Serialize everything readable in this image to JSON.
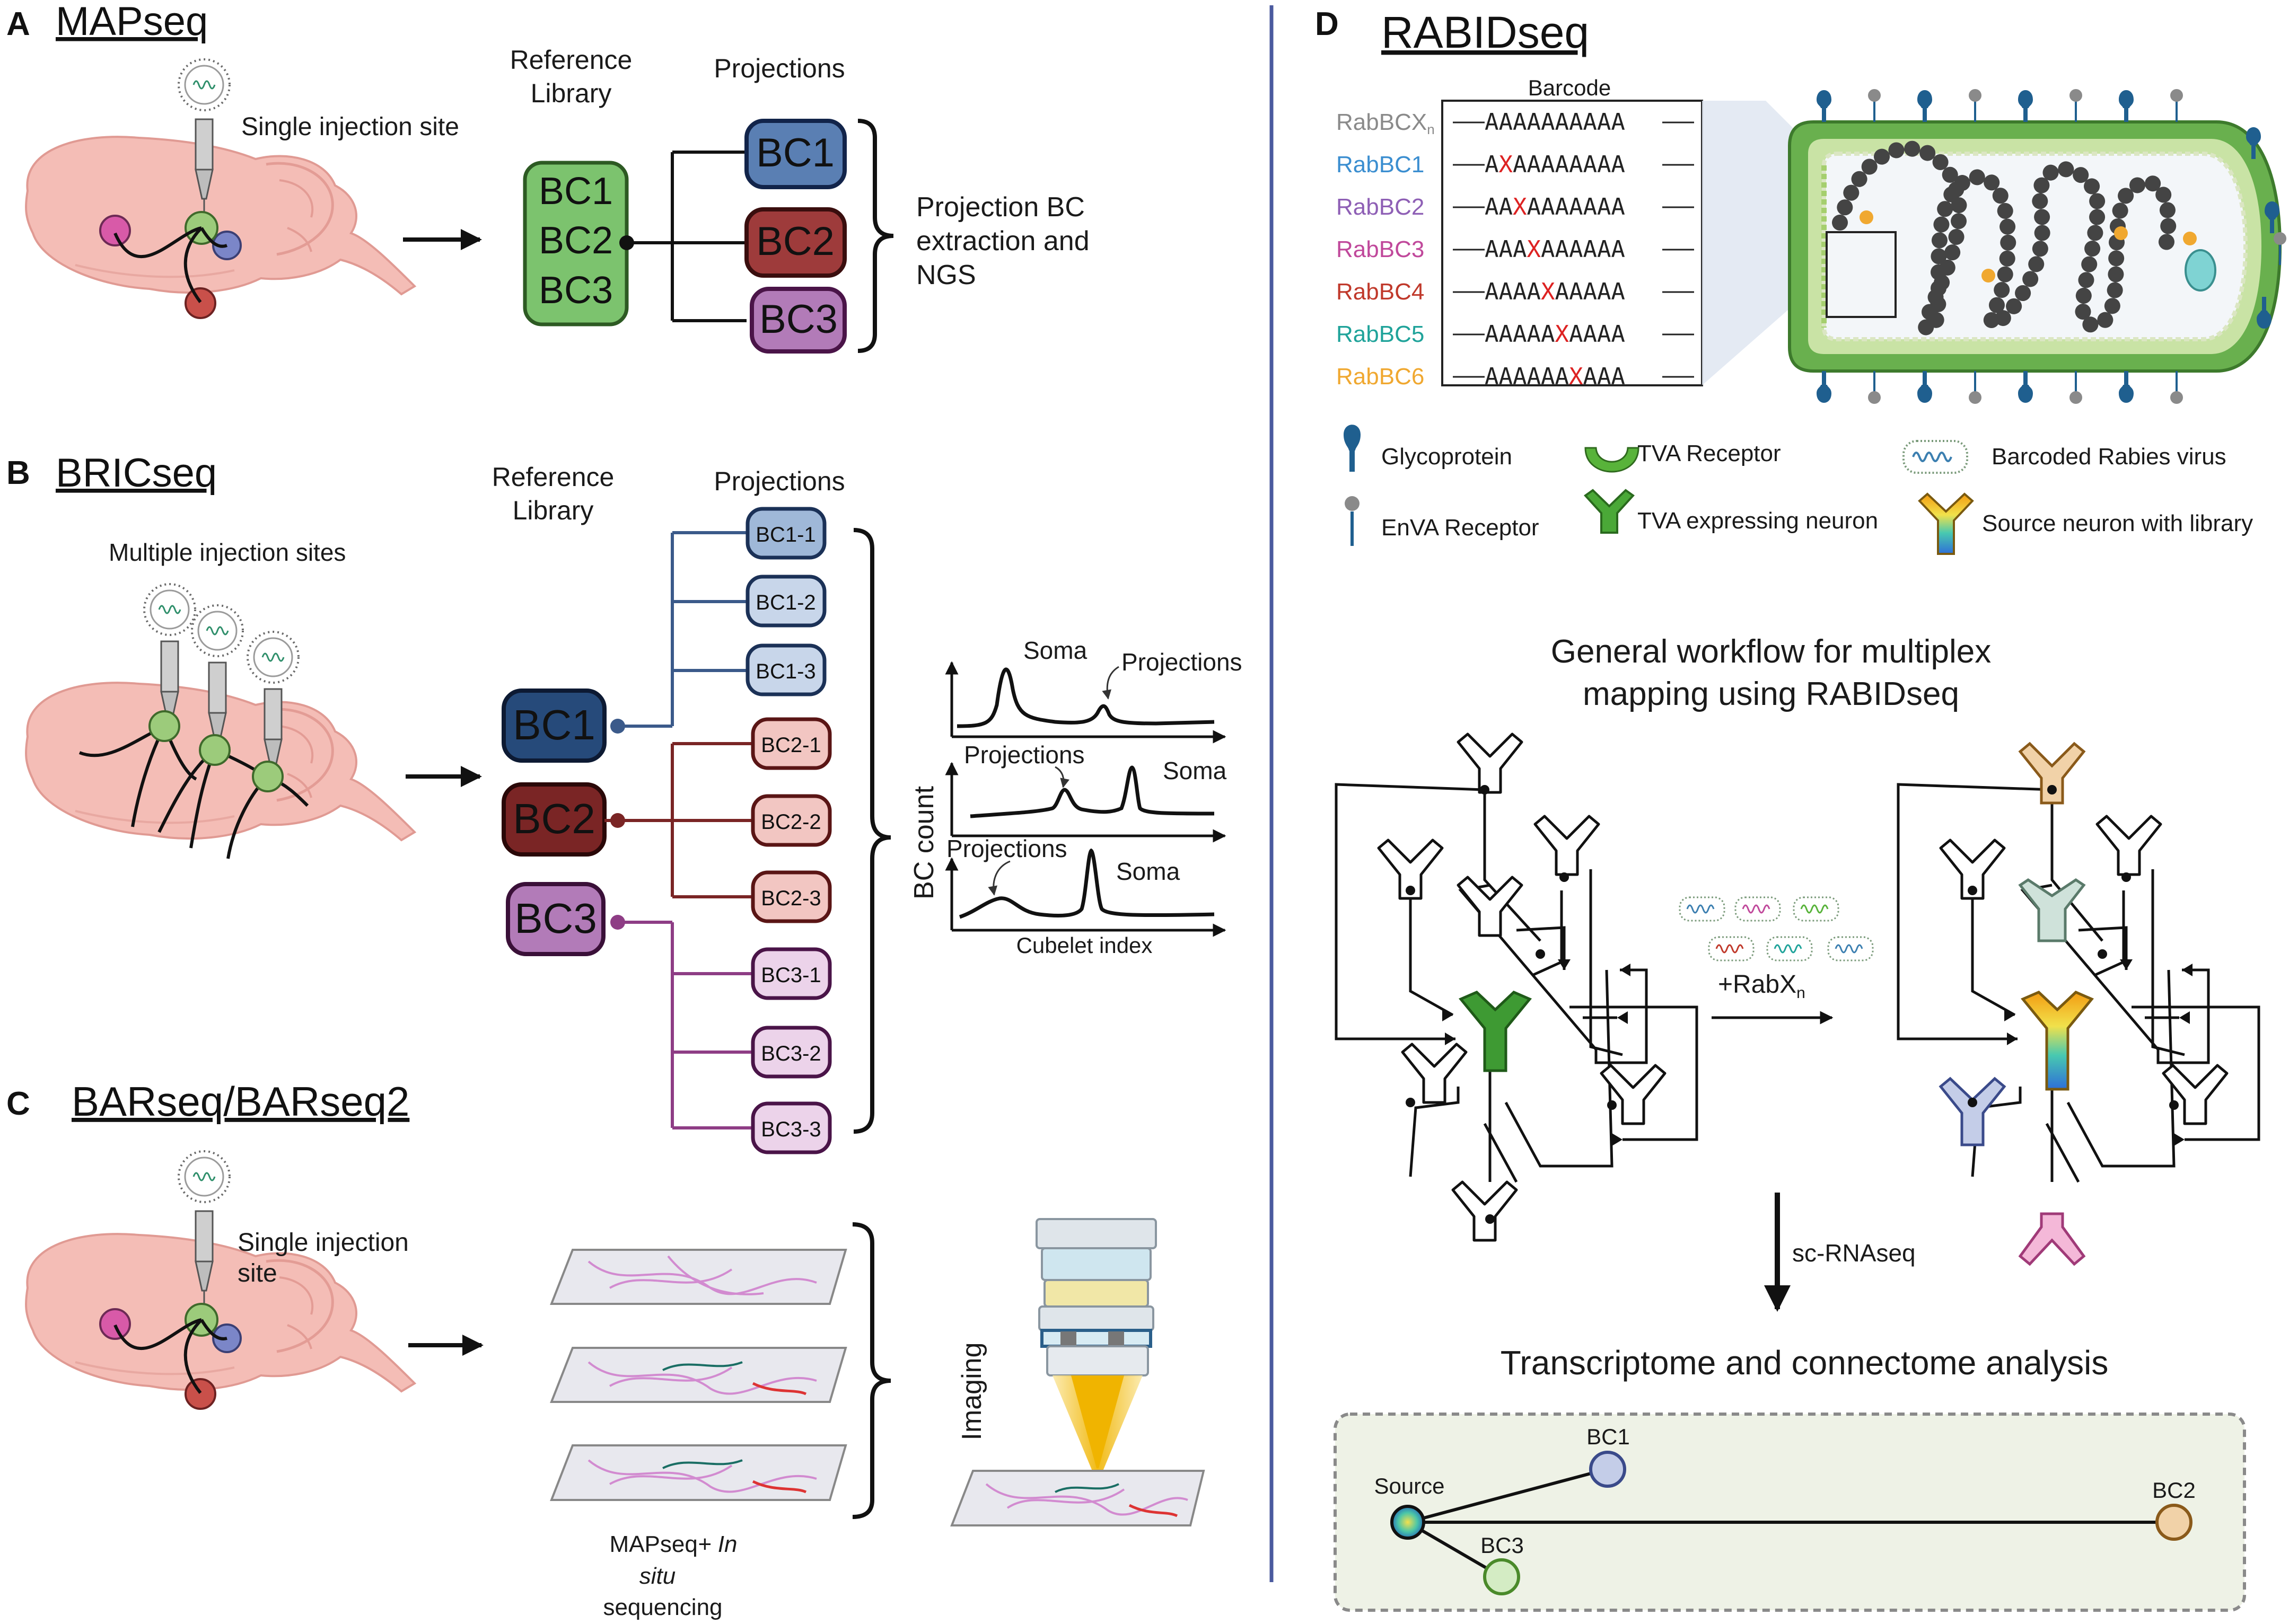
{
  "colors": {
    "bc_green": "#7cc36e",
    "bc_blue": "#5a7fb3",
    "bc_red": "#9e3b3b",
    "bc_purple": "#b27bb8",
    "bricseq_blue": "#264a7a",
    "bricseq_red": "#7a2525",
    "bricseq_purple": "#8e3d85",
    "divider": "#4a5a9e",
    "brain": "#f2b6b0",
    "membrane": "#5fb04b",
    "glycoprotein": "#1f5f8f"
  },
  "panelA": {
    "label": "A",
    "title": "MAPseq",
    "injection": "Single injection site",
    "ref_library": [
      "Reference",
      "Library"
    ],
    "projections": "Projections",
    "ref_bcs": [
      "BC1",
      "BC2",
      "BC3"
    ],
    "proj_bcs": [
      "BC1",
      "BC2",
      "BC3"
    ],
    "extraction": [
      "Projection BC",
      "extraction and",
      "NGS"
    ]
  },
  "panelB": {
    "label": "B",
    "title": "BRICseq",
    "injection": "Multiple injection sites",
    "ref_library": [
      "Reference",
      "Library"
    ],
    "projections": "Projections",
    "ref_bcs": [
      "BC1",
      "BC2",
      "BC3"
    ],
    "proj_bcs": [
      "BC1-1",
      "BC1-2",
      "BC1-3",
      "BC2-1",
      "BC2-2",
      "BC2-3",
      "BC3-1",
      "BC3-2",
      "BC3-3"
    ],
    "plot": {
      "ylabel": "BC count",
      "xlabel": "Cubelet index",
      "row1": {
        "soma": "Soma",
        "proj": "Projections"
      },
      "row2": {
        "proj": "Projections",
        "soma": "Soma"
      },
      "row3": {
        "proj": "Projections",
        "soma": "Soma"
      }
    }
  },
  "panelC": {
    "label": "C",
    "title": "BARseq/BARseq2",
    "injection": [
      "Single injection",
      "site"
    ],
    "caption": [
      "MAPseq",
      "+ In",
      "situ",
      "sequencing"
    ],
    "imaging": "Imaging"
  },
  "panelD": {
    "label": "D",
    "title": "RABIDseq",
    "barcode_header": "Barcode",
    "barcodes": [
      {
        "name": "RabBCX",
        "sub": "n",
        "color": "#8a8a8a",
        "pre": "",
        "mut": "",
        "post": "AAAAAAAAAA"
      },
      {
        "name": "RabBC1",
        "sub": "",
        "color": "#3b8ed0",
        "pre": "A",
        "mut": "X",
        "post": "AAAAAAAA"
      },
      {
        "name": "RabBC2",
        "sub": "",
        "color": "#8e5fb5",
        "pre": "AA",
        "mut": "X",
        "post": "AAAAAAA"
      },
      {
        "name": "RabBC3",
        "sub": "",
        "color": "#c0489b",
        "pre": "AAA",
        "mut": "X",
        "post": "AAAAAA"
      },
      {
        "name": "RabBC4",
        "sub": "",
        "color": "#c0392b",
        "pre": "AAAA",
        "mut": "X",
        "post": "AAAAA"
      },
      {
        "name": "RabBC5",
        "sub": "",
        "color": "#1fa39a",
        "pre": "AAAAA",
        "mut": "X",
        "post": "AAAA"
      },
      {
        "name": "RabBC6",
        "sub": "",
        "color": "#f0a830",
        "pre": "AAAAAA",
        "mut": "X",
        "post": "AAA"
      }
    ],
    "legend": {
      "glycoprotein": "Glycoprotein",
      "enva": "EnVA Receptor",
      "tva": "TVA Receptor",
      "tva_neuron": "TVA expressing neuron",
      "rabies": "Barcoded Rabies virus",
      "source": "Source neuron with library"
    },
    "workflow_title": [
      "General workflow for multiplex",
      "mapping using RABIDseq"
    ],
    "rabx": "+RabX",
    "rabx_sub": "n",
    "scrna": "sc-RNAseq",
    "analysis_title": "Transcriptome and connectome analysis",
    "network": {
      "source": "Source",
      "nodes": [
        "BC1",
        "BC2",
        "BC3"
      ]
    }
  }
}
